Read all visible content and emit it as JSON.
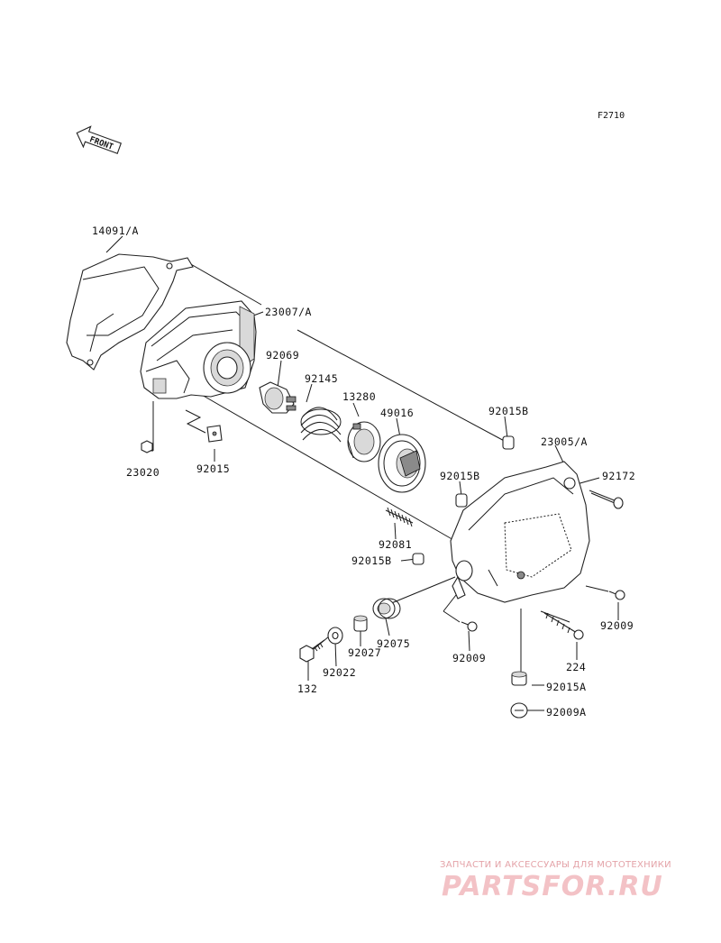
{
  "figure_code": "F2710",
  "front_label": "FRONT",
  "parts": {
    "cover_inner": "14091/A",
    "housing": "23007/A",
    "clip_left": "23020",
    "clip_nut": "92015",
    "bulb": "92069",
    "spring": "92145",
    "socket": "13280",
    "cap": "49016",
    "grommet_b1": "92015B",
    "cover_outer": "23005/A",
    "screw_top": "92172",
    "grommet_b2": "92015B",
    "spring_small": "92081",
    "grommet_b3": "92015B",
    "grommet_large": "92075",
    "screw_mid": "92009",
    "collar": "92027",
    "washer": "92022",
    "bolt": "132",
    "screw_right": "92009",
    "screw_long": "224",
    "grommet_a": "92015A",
    "screw_a": "92009A"
  },
  "watermark": {
    "tagline": "ЗАПЧАСТИ И АКСЕССУАРЫ ДЛЯ МОТОТЕХНИКИ",
    "brand": "PARTSFOR.RU"
  }
}
